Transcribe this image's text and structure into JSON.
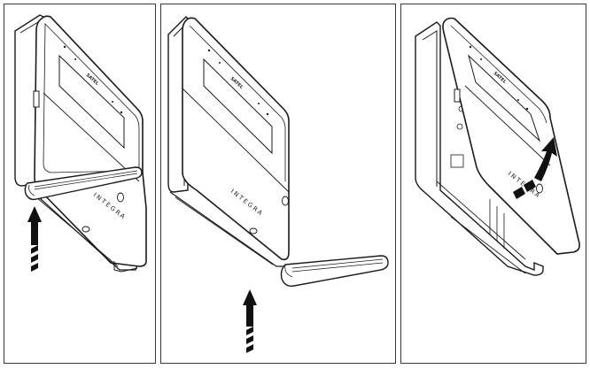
{
  "figure": {
    "panels": [
      {
        "id": 1,
        "caption": "",
        "device_label": "INTEGRA",
        "display_brand": "SATEL",
        "action": "insert-tool-and-push-up",
        "arrow_direction": "up"
      },
      {
        "id": 2,
        "caption": "",
        "device_label": "INTEGRA",
        "display_brand": "SATEL",
        "action": "lever-tool-press-up",
        "arrow_direction": "up"
      },
      {
        "id": 3,
        "caption": "",
        "device_label": "INTEGRA",
        "display_brand": "SATEL",
        "action": "tilt-front-panel-away",
        "arrow_direction": "up-right-curved"
      }
    ],
    "colors": {
      "line": "#1a1a1a",
      "border": "#3a3a3a",
      "background": "#ffffff",
      "arrow": "#111111"
    }
  }
}
